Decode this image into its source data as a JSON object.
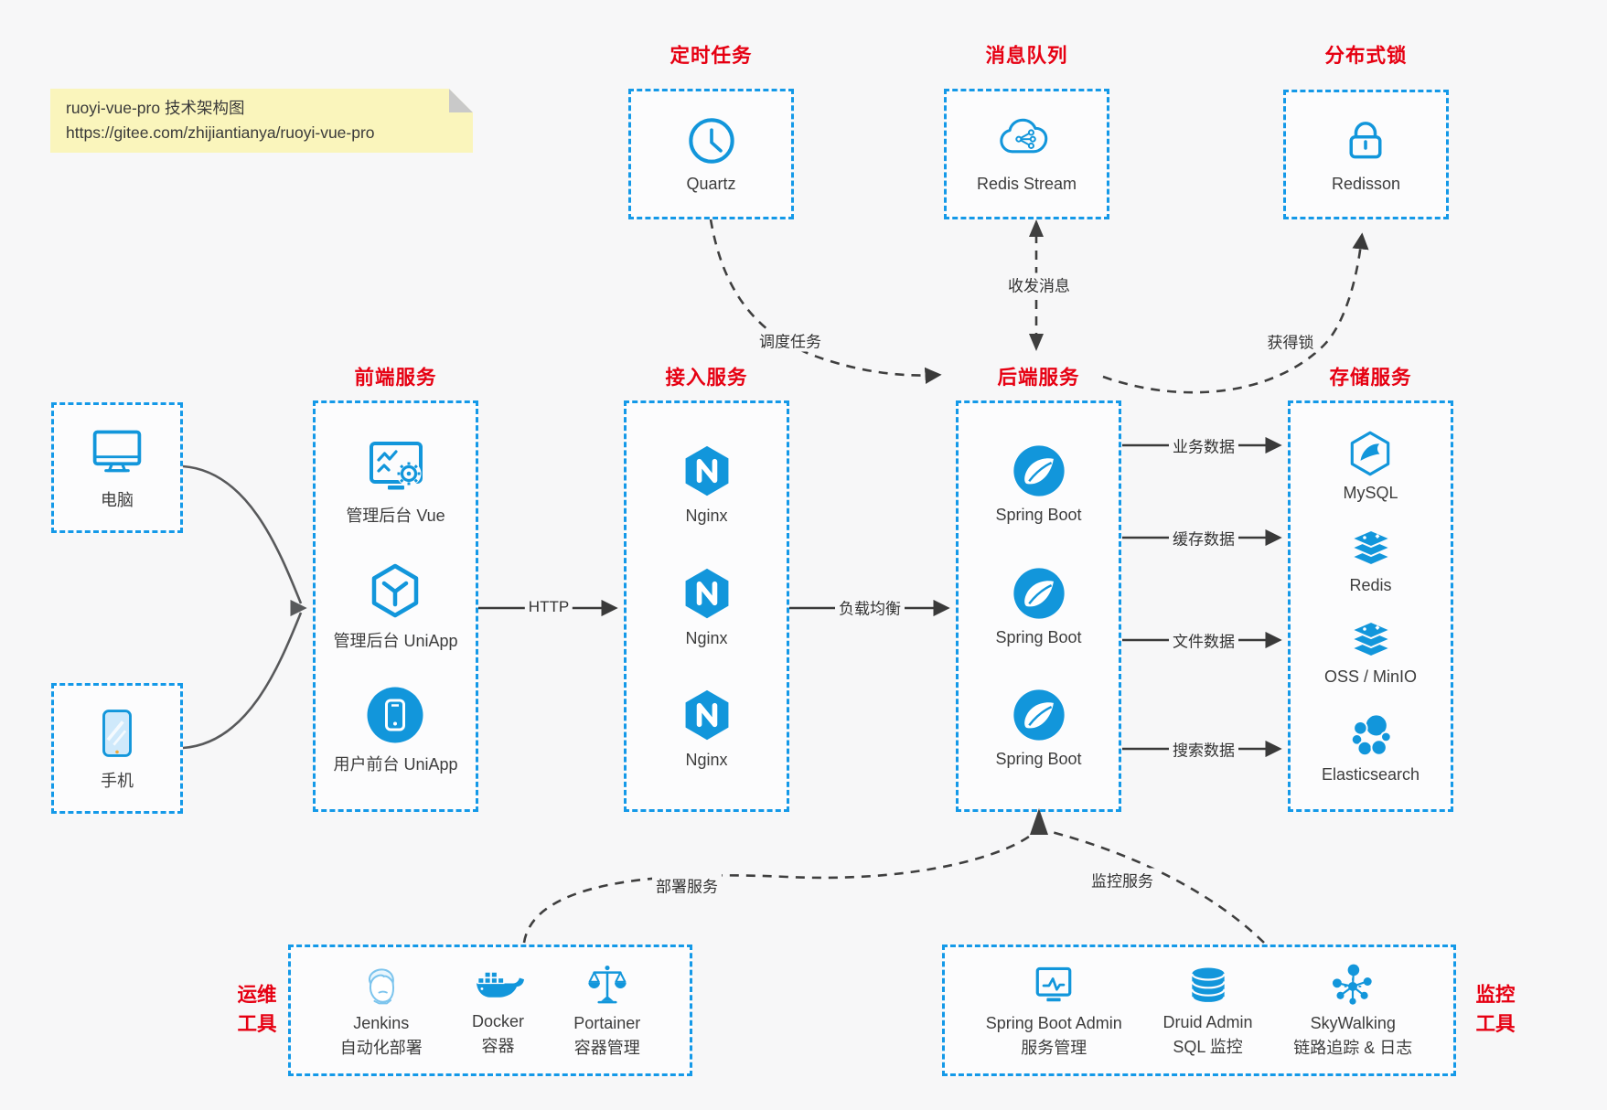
{
  "note": {
    "title": "ruoyi-vue-pro 技术架构图",
    "url": "https://gitee.com/zhijiantianya/ruoyi-vue-pro"
  },
  "colors": {
    "accent_blue": "#1499e8",
    "icon_blue": "#1296db",
    "title_red": "#e60012",
    "arrow_dark": "#3a3a3a",
    "note_yellow": "#faf5bc",
    "canvas_bg": "#f7f7f8"
  },
  "top_groups": [
    {
      "title": "定时任务",
      "items": [
        {
          "icon": "clock-icon",
          "label": "Quartz"
        }
      ]
    },
    {
      "title": "消息队列",
      "items": [
        {
          "icon": "redis-stream-cloud-icon",
          "label": "Redis Stream"
        }
      ]
    },
    {
      "title": "分布式锁",
      "items": [
        {
          "icon": "lock-icon",
          "label": "Redisson"
        }
      ]
    }
  ],
  "clients": [
    {
      "icon": "desktop-icon",
      "label": "电脑"
    },
    {
      "icon": "mobile-icon",
      "label": "手机"
    }
  ],
  "columns": [
    {
      "title": "前端服务",
      "items": [
        {
          "icon": "admin-vue-icon",
          "label": "管理后台 Vue"
        },
        {
          "icon": "uniapp-cube-icon",
          "label": "管理后台 UniApp"
        },
        {
          "icon": "user-app-icon",
          "label": "用户前台 UniApp"
        }
      ]
    },
    {
      "title": "接入服务",
      "items": [
        {
          "icon": "nginx-icon",
          "label": "Nginx"
        },
        {
          "icon": "nginx-icon",
          "label": "Nginx"
        },
        {
          "icon": "nginx-icon",
          "label": "Nginx"
        }
      ]
    },
    {
      "title": "后端服务",
      "items": [
        {
          "icon": "spring-boot-icon",
          "label": "Spring Boot"
        },
        {
          "icon": "spring-boot-icon",
          "label": "Spring Boot"
        },
        {
          "icon": "spring-boot-icon",
          "label": "Spring Boot"
        }
      ]
    },
    {
      "title": "存储服务",
      "items": [
        {
          "icon": "mysql-icon",
          "label": "MySQL"
        },
        {
          "icon": "redis-icon",
          "label": "Redis"
        },
        {
          "icon": "oss-minio-icon",
          "label": "OSS / MinIO"
        },
        {
          "icon": "elasticsearch-icon",
          "label": "Elasticsearch"
        }
      ]
    }
  ],
  "bottom_groups": [
    {
      "side_label_top": "运维",
      "side_label_bottom": "工具",
      "items": [
        {
          "icon": "jenkins-icon",
          "label": "Jenkins",
          "sublabel": "自动化部署"
        },
        {
          "icon": "docker-icon",
          "label": "Docker",
          "sublabel": "容器"
        },
        {
          "icon": "portainer-icon",
          "label": "Portainer",
          "sublabel": "容器管理"
        }
      ]
    },
    {
      "side_label_top": "监控",
      "side_label_bottom": "工具",
      "items": [
        {
          "icon": "spring-boot-admin-icon",
          "label": "Spring Boot Admin",
          "sublabel": "服务管理"
        },
        {
          "icon": "druid-icon",
          "label": "Druid Admin",
          "sublabel": "SQL 监控"
        },
        {
          "icon": "skywalking-icon",
          "label": "SkyWalking",
          "sublabel": "链路追踪 & 日志"
        }
      ]
    }
  ],
  "edges": {
    "http": "HTTP",
    "load_balance": "负载均衡",
    "business_data": "业务数据",
    "cache_data": "缓存数据",
    "file_data": "文件数据",
    "search_data": "搜索数据",
    "schedule_task": "调度任务",
    "send_receive_message": "收发消息",
    "acquire_lock": "获得锁",
    "deploy_service": "部署服务",
    "monitor_service": "监控服务"
  }
}
